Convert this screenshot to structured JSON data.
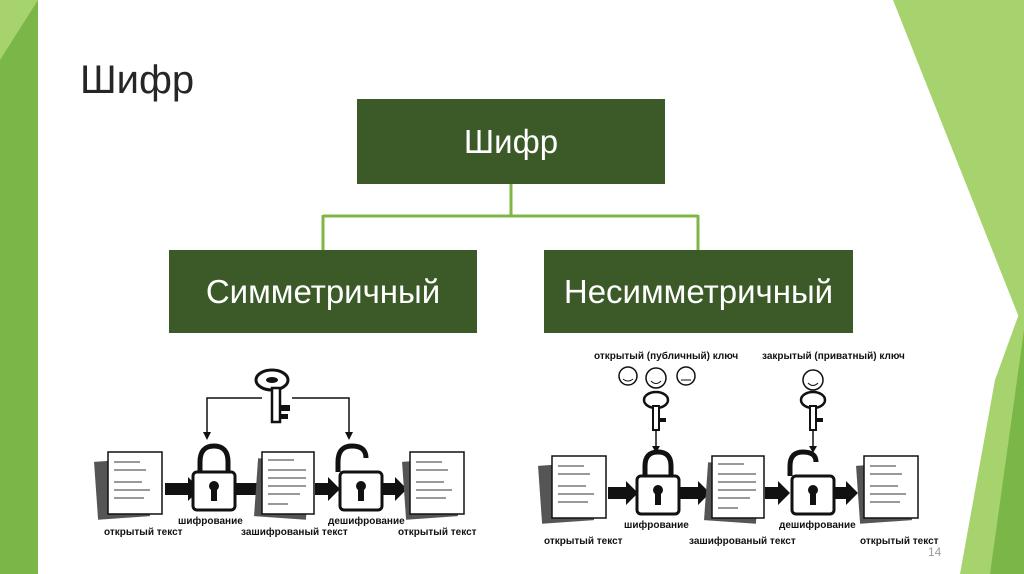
{
  "slide": {
    "title": "Шифр",
    "page_number": "14",
    "accent_colors": {
      "box": "#3b5a27",
      "connector": "#7fb646",
      "green_light": "#a6d36d",
      "green_dark": "#7ab648"
    }
  },
  "diagram": {
    "root": "Шифр",
    "left": "Симметричный",
    "right": "Несимметричный"
  },
  "illustrations": {
    "symmetric": {
      "plaintext_label": "открытый текст",
      "encryption_label": "шифрование",
      "ciphertext_label": "зашифрованый текст",
      "decryption_label": "дешифрование",
      "result_label": "открытый текст"
    },
    "asymmetric": {
      "public_key_label": "открытый (публичный) ключ",
      "private_key_label": "закрытый (приватный) ключ",
      "plaintext_label": "открытый текст",
      "encryption_label": "шифрование",
      "ciphertext_label": "зашифрованый текст",
      "decryption_label": "дешифрование",
      "result_label": "открытый текст"
    }
  }
}
